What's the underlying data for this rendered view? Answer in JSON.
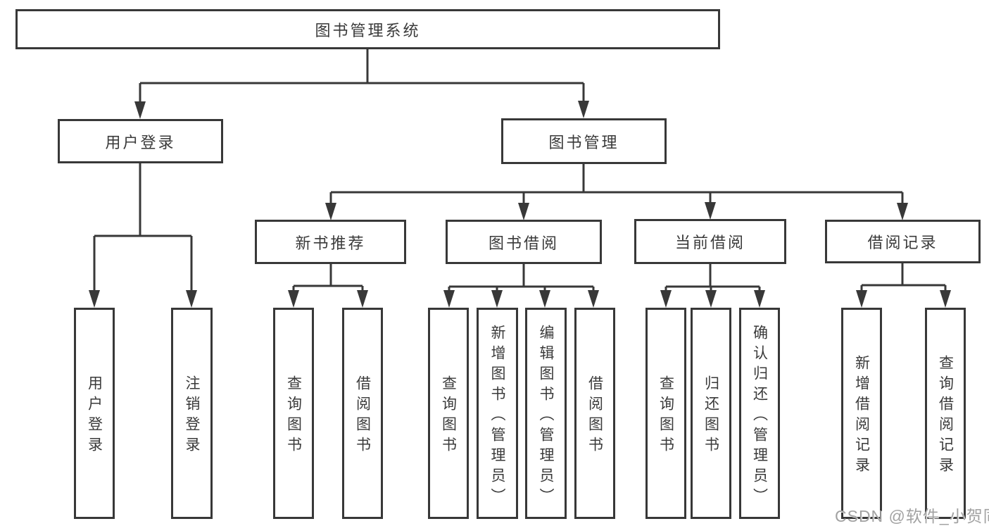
{
  "diagram": {
    "type": "tree",
    "tree": {
      "label": "图书管理系统",
      "children": [
        {
          "label": "用户登录",
          "children": [
            {
              "label": "用户登录"
            },
            {
              "label": "注销登录"
            }
          ]
        },
        {
          "label": "图书管理",
          "children": [
            {
              "label": "新书推荐",
              "children": [
                {
                  "label": "查询图书"
                },
                {
                  "label": "借阅图书"
                }
              ]
            },
            {
              "label": "图书借阅",
              "children": [
                {
                  "label": "查询图书"
                },
                {
                  "label": "新增图书（管理员）"
                },
                {
                  "label": "编辑图书（管理员）"
                },
                {
                  "label": "借阅图书"
                }
              ]
            },
            {
              "label": "当前借阅",
              "children": [
                {
                  "label": "查询图书"
                },
                {
                  "label": "归还图书"
                },
                {
                  "label": "确认归还（管理员）"
                }
              ]
            },
            {
              "label": "借阅记录",
              "children": [
                {
                  "label": "新增借阅记录"
                },
                {
                  "label": "查询借阅记录"
                }
              ]
            }
          ]
        }
      ]
    },
    "colors": {
      "line": "#383838",
      "box_border": "#383838",
      "text": "#3a3a3a",
      "background": "#ffffff",
      "watermark": "#a2a2a2"
    }
  },
  "watermark": {
    "text": "CSDN @软件_小贺同学"
  }
}
